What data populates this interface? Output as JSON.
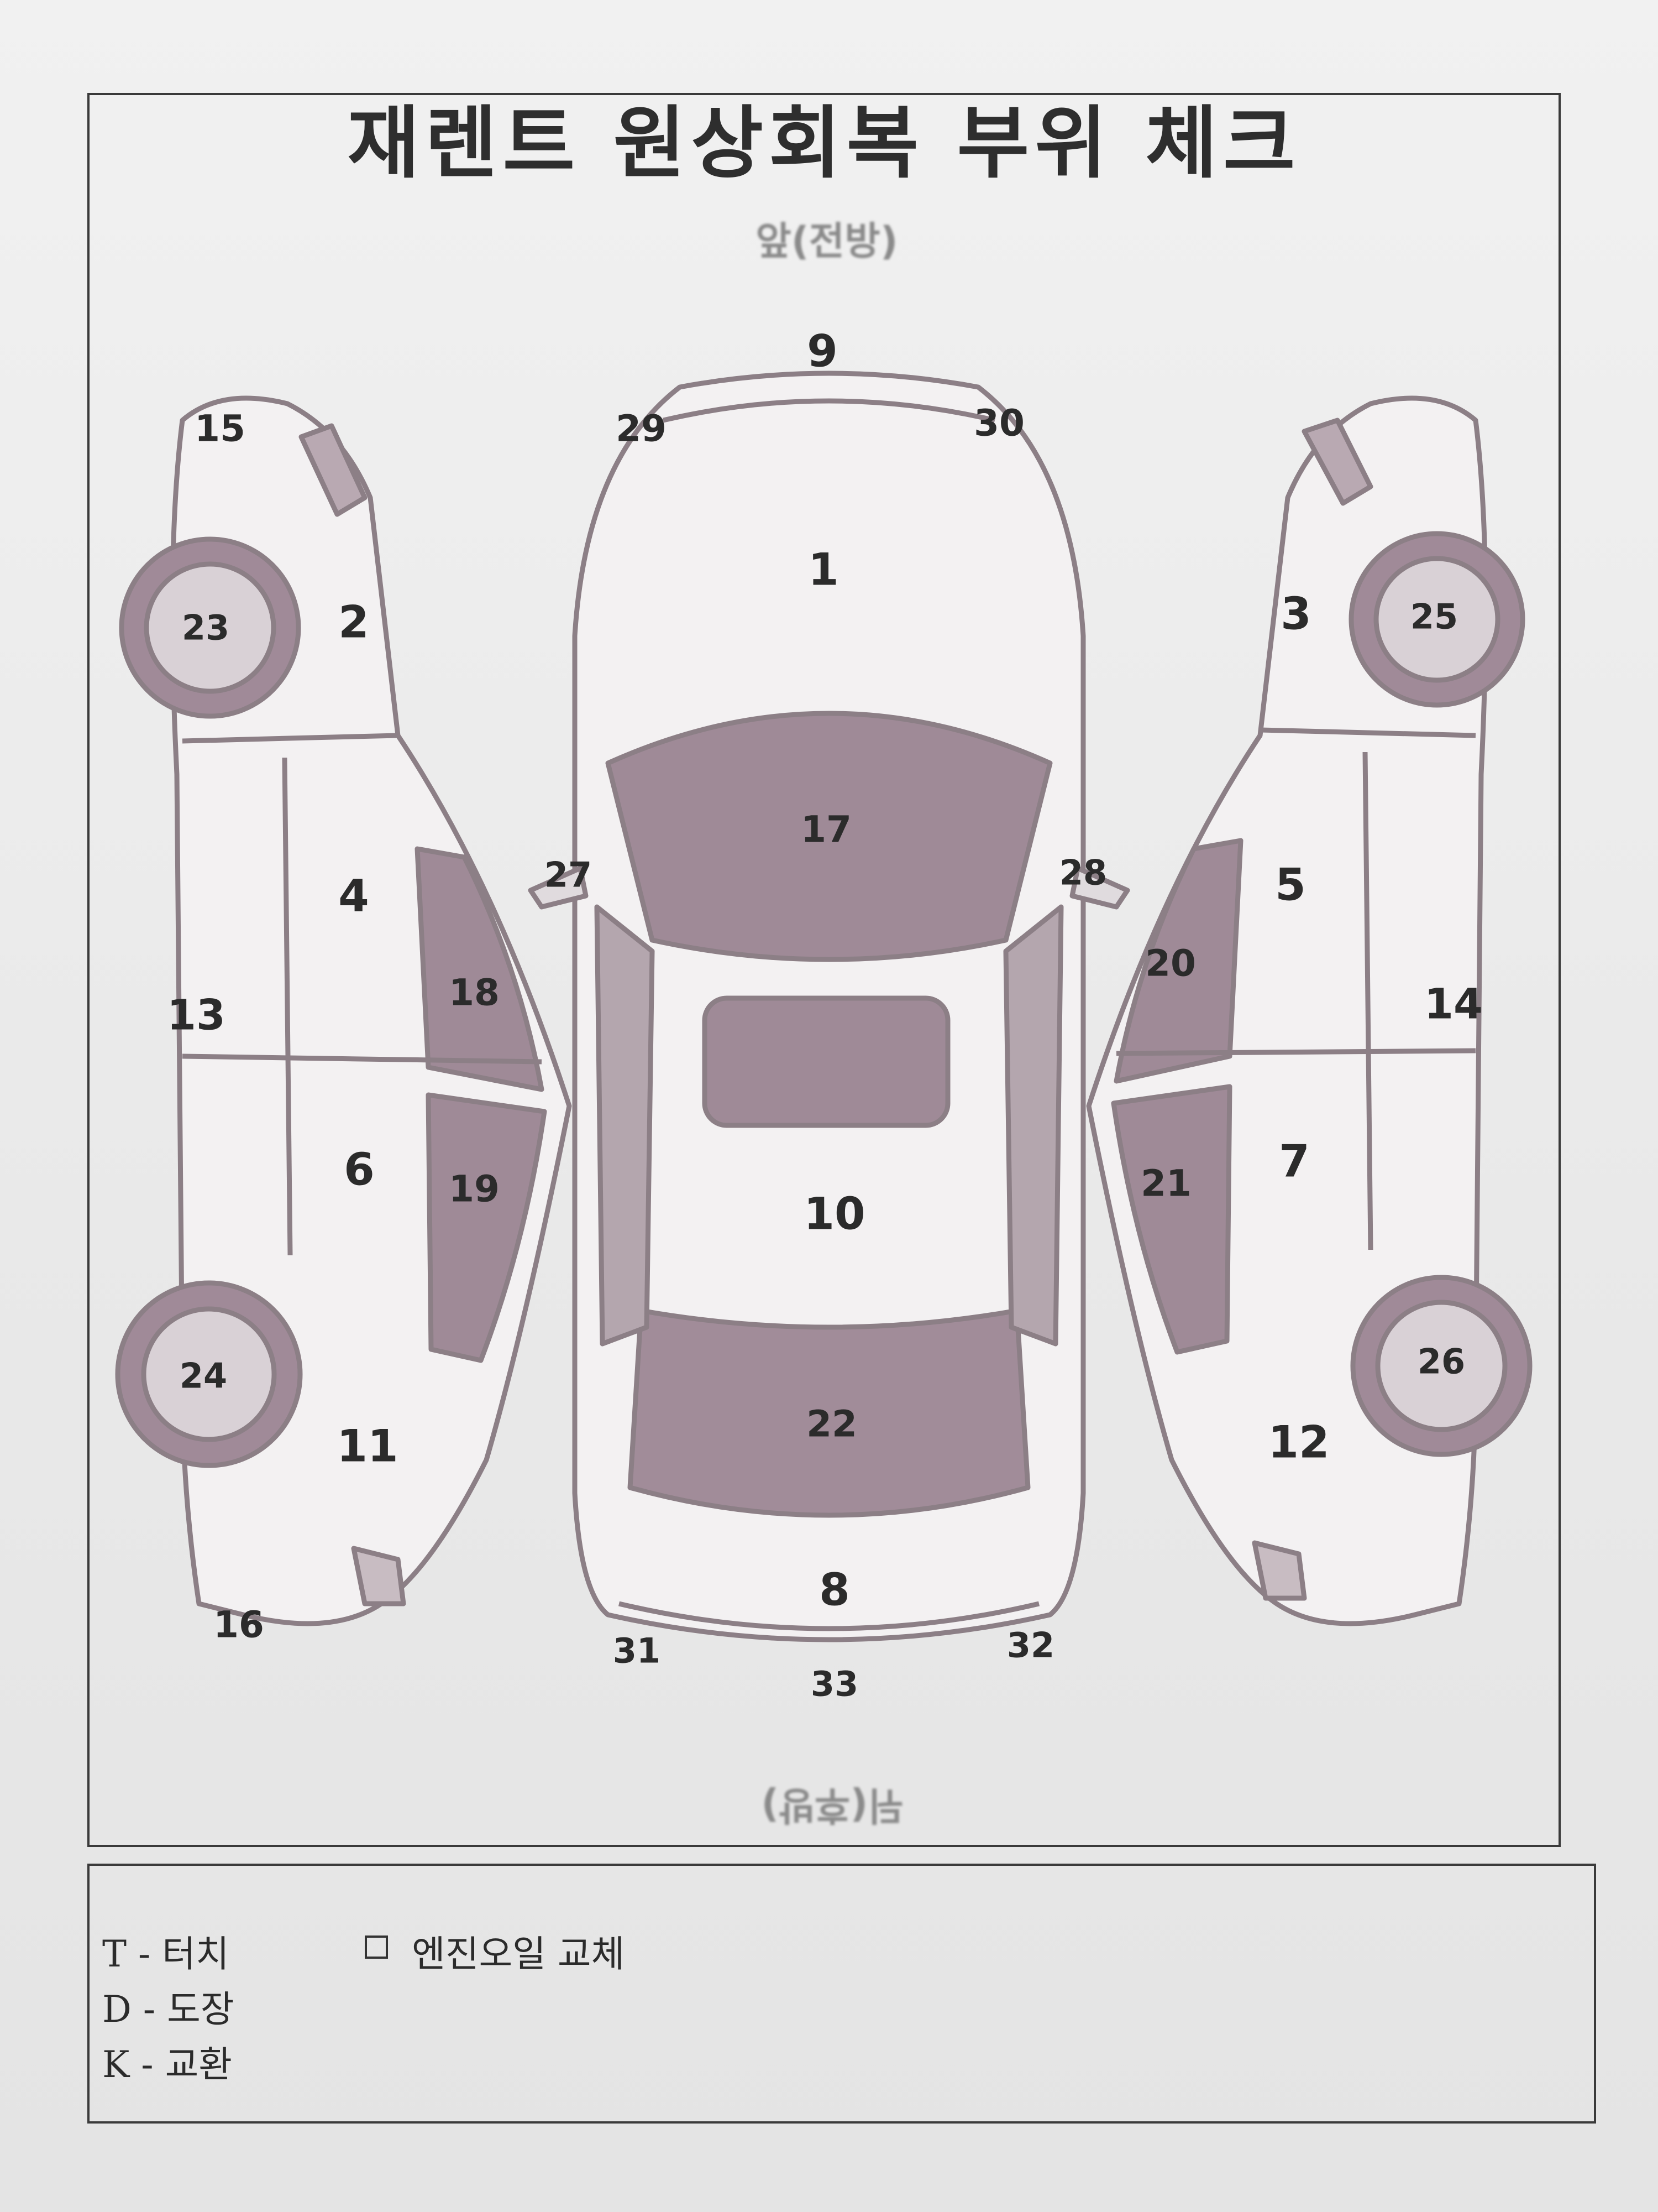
{
  "title": "재렌트 원상회복 부위 체크",
  "orientation": {
    "front": "앞(전방)",
    "rear": "뒤(후방)"
  },
  "part_numbers": {
    "roof_front": "9",
    "corner_fl": "29",
    "corner_fr": "30",
    "hood": "1",
    "windshield": "17",
    "sunroof_area": "10",
    "rear_window": "22",
    "trunk": "8",
    "corner_rl": "31",
    "corner_rr": "32",
    "rear_bumper": "33",
    "mirror_l": "27",
    "mirror_r": "28",
    "left_headlight": "15",
    "left_front_fender": "2",
    "left_front_wheel": "23",
    "left_front_door": "4",
    "left_front_window": "18",
    "left_sill": "13",
    "left_rear_door": "6",
    "left_rear_window": "19",
    "left_rear_wheel": "24",
    "left_rear_fender": "11",
    "left_taillight": "16",
    "right_front_fender": "3",
    "right_front_wheel": "25",
    "right_front_door": "5",
    "right_front_window": "20",
    "right_sill": "14",
    "right_rear_door": "7",
    "right_rear_window": "21",
    "right_rear_wheel": "26",
    "right_rear_fender": "12"
  },
  "legend": {
    "touch": "T - 터치",
    "paint": "D - 도장",
    "replace": "K - 교환",
    "engine_oil": "엔진오일 교체"
  }
}
